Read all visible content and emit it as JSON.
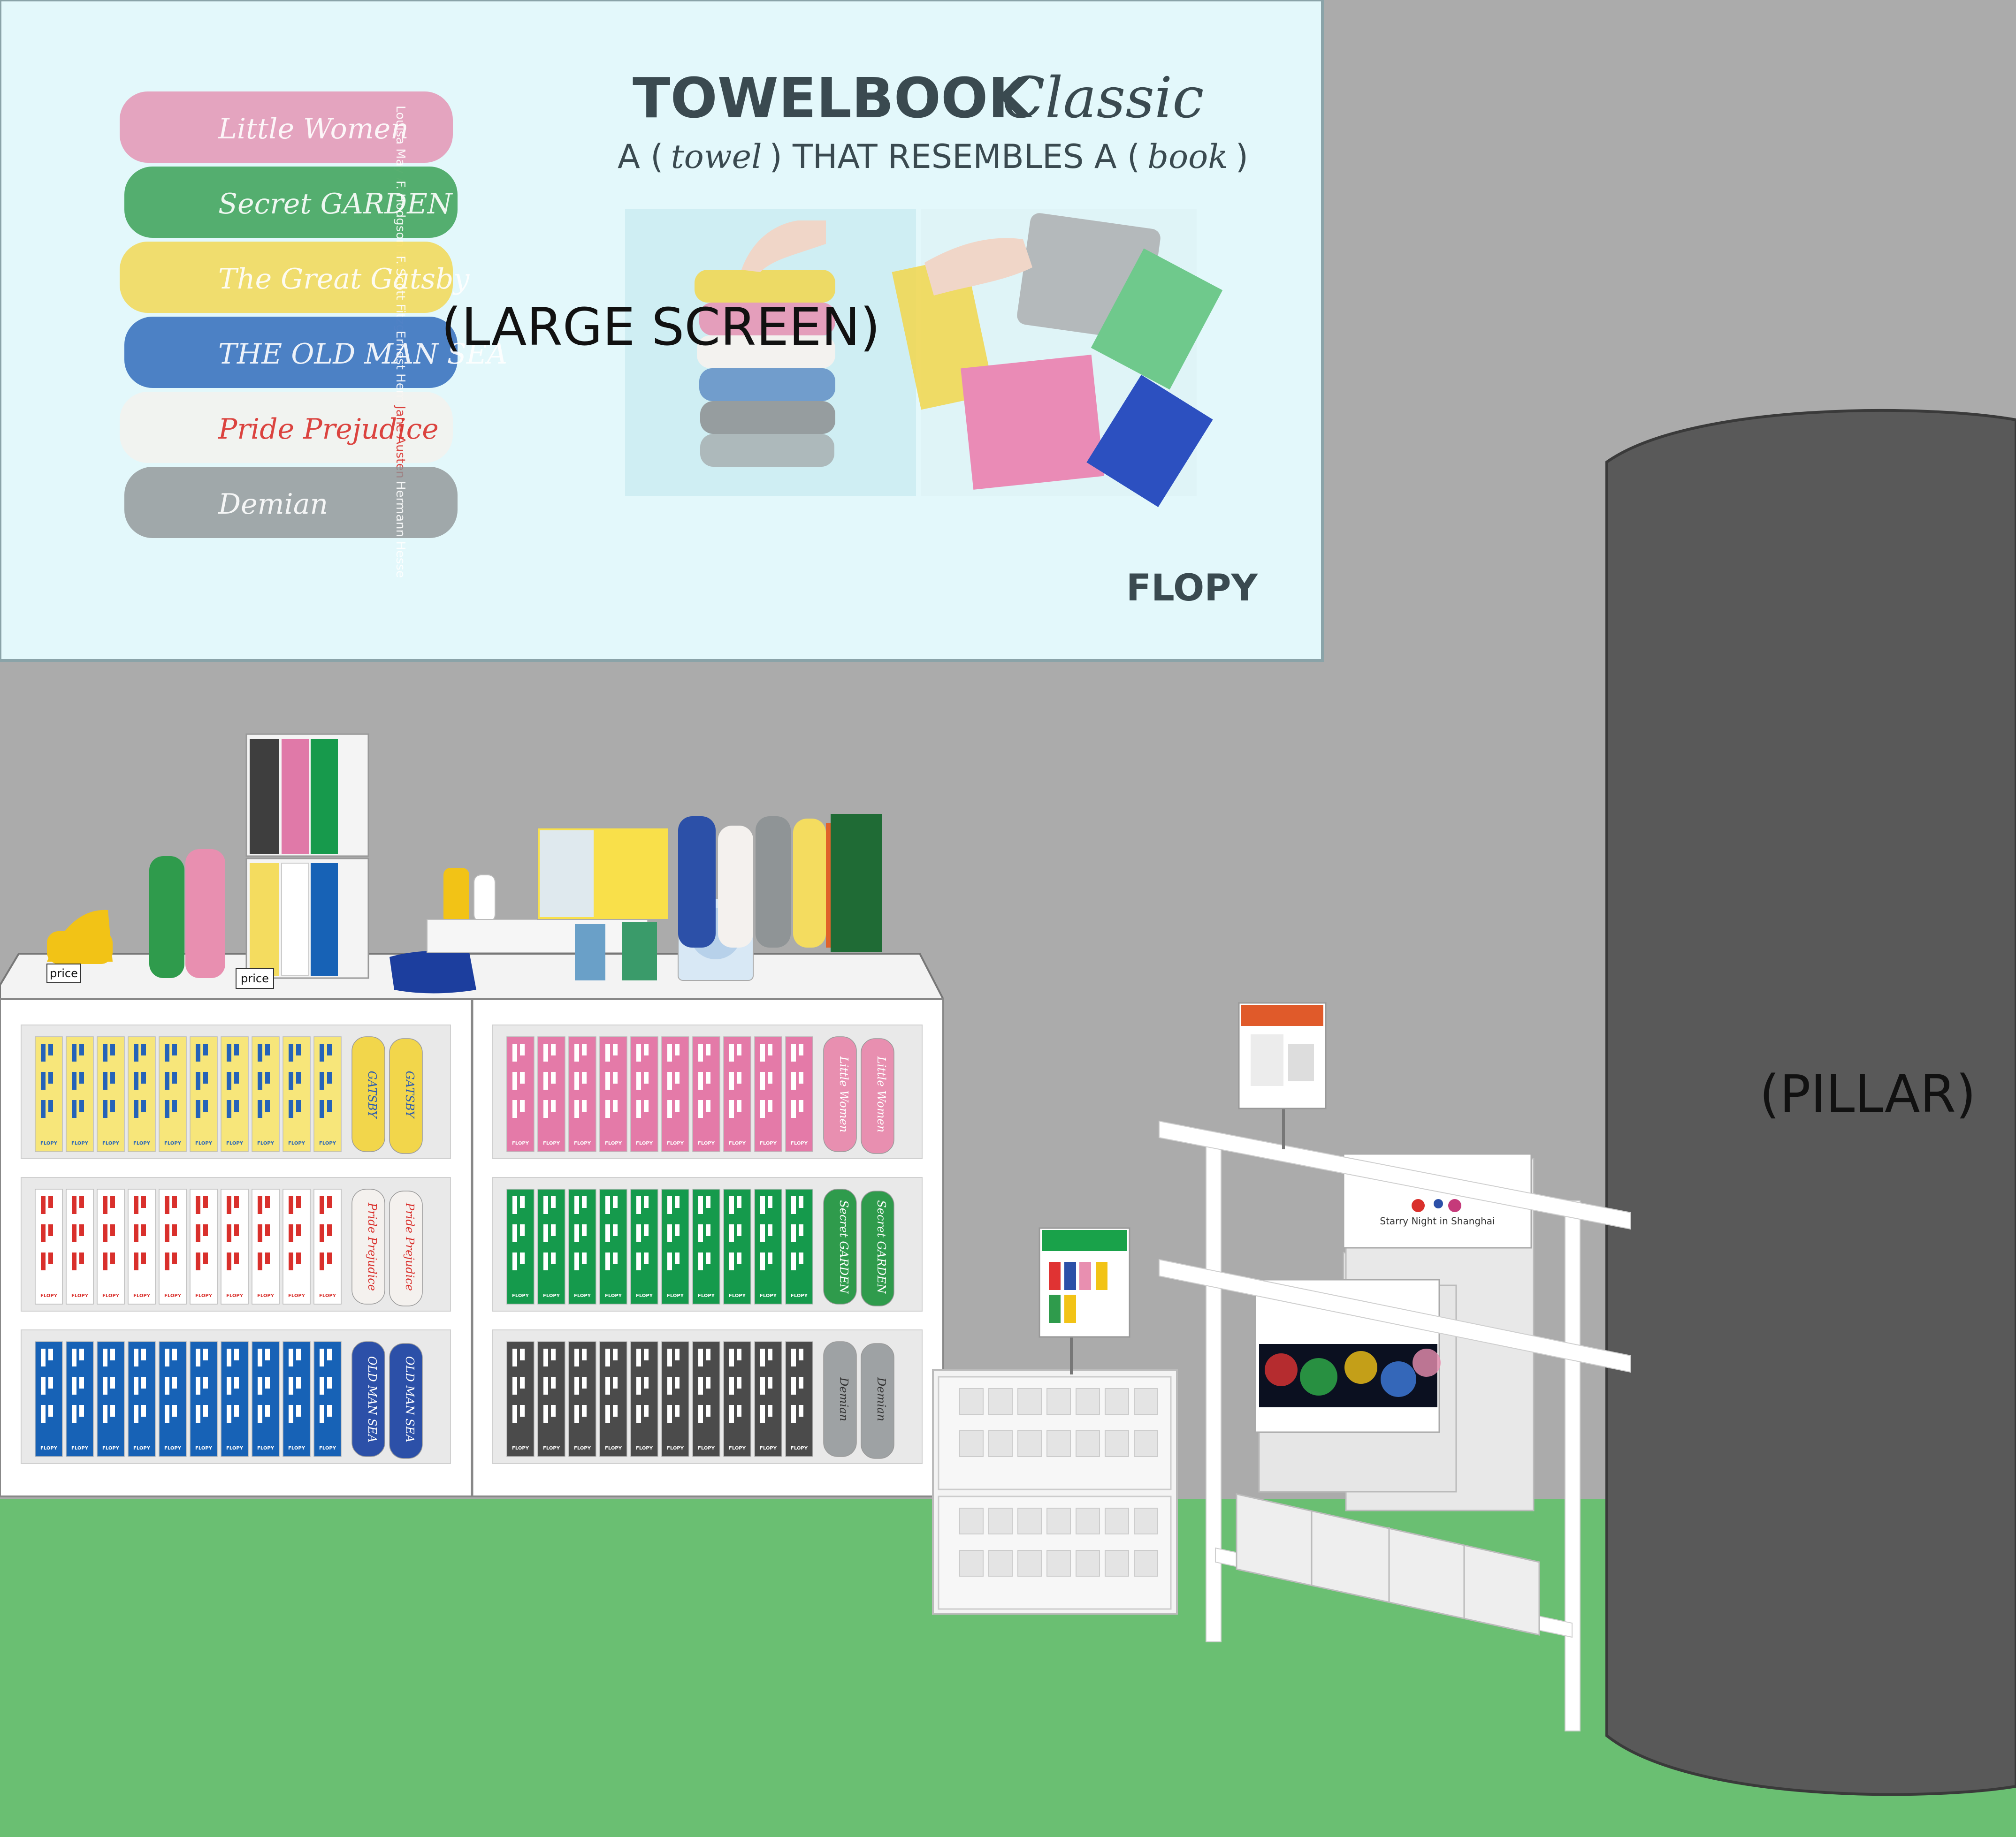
{
  "screen": {
    "label": "(LARGE SCREEN)",
    "brand_main": "TOWELBOOK",
    "brand_script": "Classic",
    "tagline": {
      "p1": "A (",
      "w1": "towel",
      "p2": ") THAT RESEMBLES A (",
      "w2": "book",
      "p3": ")"
    },
    "logo": "FLOPY"
  },
  "towel_stack": [
    {
      "title": "Little Women",
      "author": "Louisa May Alcott",
      "color": "#e48fb0"
    },
    {
      "title": "Secret GARDEN",
      "author": "F. Hodgson Burnett",
      "color": "#2f9b4c"
    },
    {
      "title": "The Great Gatsby",
      "author": "F. Scott Fitzgerald",
      "color": "#f2d64b"
    },
    {
      "title": "THE OLD MAN SEA",
      "author": "Ernest Hemingway",
      "color": "#2563b8"
    },
    {
      "title": "Pride Prejudice",
      "author": "Jane Austen",
      "color": "#f4f1ee"
    },
    {
      "title": "Demian",
      "author": "Hermann Hesse",
      "color": "#8f9496"
    }
  ],
  "pillar": {
    "label": "(PILLAR)"
  },
  "price_tags": [
    "price",
    "price"
  ],
  "shelves": [
    {
      "box": "#f7e67a",
      "text": "#2563b8",
      "towel": "#f2d64b",
      "towel_text": "#2b5bb0",
      "title": "GATSBY"
    },
    {
      "box": "#e47aa8",
      "text": "#ffffff",
      "towel": "#e88fb0",
      "towel_text": "#ffffff",
      "title": "Little Women"
    },
    {
      "box": "#ffffff",
      "text": "#d9302c",
      "towel": "#f4f1ee",
      "towel_text": "#d9302c",
      "title": "Pride Prejudice"
    },
    {
      "box": "#159a4c",
      "text": "#ffffff",
      "towel": "#2f9b4c",
      "towel_text": "#ffffff",
      "title": "Secret GARDEN"
    },
    {
      "box": "#1762b6",
      "text": "#ffffff",
      "towel": "#2c50a8",
      "towel_text": "#ffffff",
      "title": "OLD MAN SEA"
    },
    {
      "box": "#4b4b4b",
      "text": "#ffffff",
      "towel": "#9ea2a4",
      "towel_text": "#333333",
      "title": "Demian"
    }
  ],
  "box_brand": "FLOPY",
  "rack": {
    "hanging_towel_text": "Starry Night in Shanghai"
  },
  "colors": {
    "wall": "#ababab",
    "floor": "#6abf72",
    "screen": "#e3f8fb",
    "pillar": "#595959",
    "text_dark": "#3a4a50"
  }
}
